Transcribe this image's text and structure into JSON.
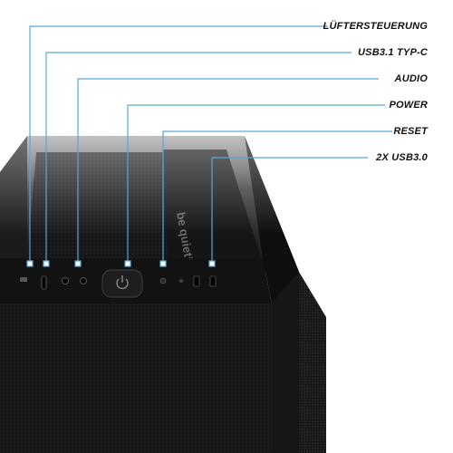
{
  "callouts": [
    {
      "label": "LÜFTERSTEUERUNG"
    },
    {
      "label": "USB3.1 TYP-C"
    },
    {
      "label": "AUDIO"
    },
    {
      "label": "POWER"
    },
    {
      "label": "RESET"
    },
    {
      "label": "2X USB3.0"
    }
  ],
  "brand": {
    "logo_text": "be quiet!"
  },
  "colors": {
    "callout_line": "#5aa6d8",
    "case_black": "#111111",
    "mesh": "#1c1c1c",
    "background": "#ffffff"
  },
  "icons": [
    "power-button-icon",
    "headphone-jack-icon",
    "microphone-jack-icon",
    "usb-c-port-icon",
    "usb-a-port-icon",
    "fan-switch-icon",
    "reset-button-icon"
  ]
}
